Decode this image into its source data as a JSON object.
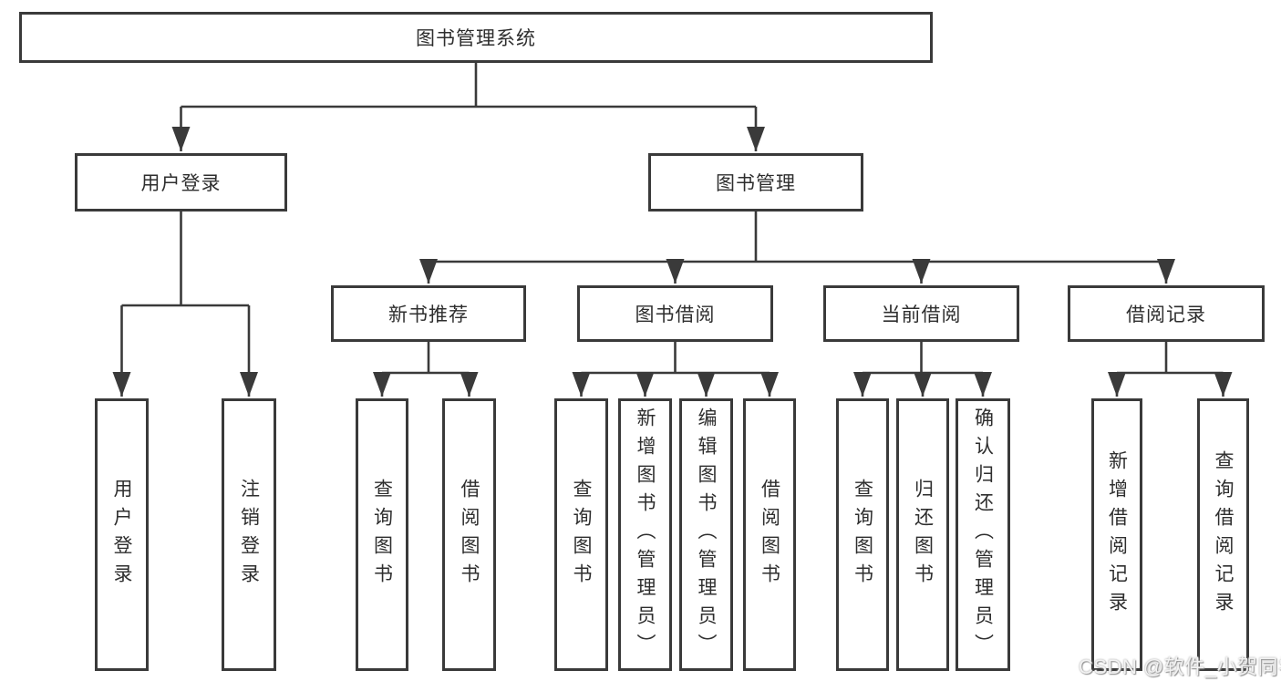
{
  "diagram": {
    "root": {
      "label": "图书管理系统"
    },
    "user_login": {
      "label": "用户登录",
      "children": [
        {
          "label": "用户登录"
        },
        {
          "label": "注销登录"
        }
      ]
    },
    "book_mgmt": {
      "label": "图书管理",
      "sections": {
        "new_book_rec": {
          "label": "新书推荐",
          "children": [
            {
              "label": "查询图书"
            },
            {
              "label": "借阅图书"
            }
          ]
        },
        "book_borrow": {
          "label": "图书借阅",
          "children": [
            {
              "label": "查询图书"
            },
            {
              "label": "新增图书（管理员）"
            },
            {
              "label": "编辑图书（管理员）"
            },
            {
              "label": "借阅图书"
            }
          ]
        },
        "current_borrow": {
          "label": "当前借阅",
          "children": [
            {
              "label": "查询图书"
            },
            {
              "label": "归还图书"
            },
            {
              "label": "确认归还（管理员）"
            }
          ]
        },
        "borrow_record": {
          "label": "借阅记录",
          "children": [
            {
              "label": "新增借阅记录"
            },
            {
              "label": "查询借阅记录"
            }
          ]
        }
      }
    },
    "colors": {
      "line": "#3a3a3a",
      "box_border": "#3a3a3a",
      "text": "#2e2e2e",
      "background": "#ffffff"
    }
  },
  "watermark": {
    "text": "CSDN @软件_小贺同学"
  }
}
